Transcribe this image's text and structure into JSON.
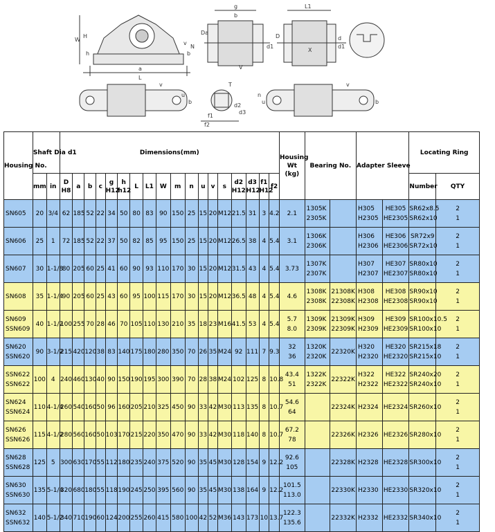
{
  "drawings": {
    "front_labels": [
      "W",
      "H",
      "h",
      "a",
      "L",
      "b",
      "v",
      "N"
    ],
    "side_labels": [
      "g",
      "b",
      "Da",
      "d1",
      "V"
    ],
    "adapter_labels": [
      "L1",
      "D",
      "d1",
      "X",
      "d"
    ],
    "bottom_labels": [
      "v",
      "b",
      "u",
      "u",
      "T",
      "d2",
      "d3",
      "f1",
      "f2",
      "v",
      "b",
      "n"
    ]
  },
  "table": {
    "headers": {
      "housing": "Housing No.",
      "shaft_dia": "Shaft Dia d1",
      "dimensions": "Dimensions(mm)",
      "housing_wt": "Housing Wt (kg)",
      "bearing_no": "Bearing No.",
      "adapter_sleeve": "Adapter Sleeve",
      "locating_ring": "Locating Ring",
      "mm": "mm",
      "in": "in",
      "cols": [
        "D H8",
        "a",
        "b",
        "c",
        "g H12",
        "h h12",
        "L",
        "L1",
        "W",
        "m",
        "n",
        "u",
        "v",
        "s",
        "d2 H12",
        "d3 H12",
        "f1 H12",
        "f2"
      ],
      "number": "Number",
      "qty": "QTY"
    },
    "rows": [
      {
        "band": "blue",
        "housing": [
          "SN605"
        ],
        "mm": "20",
        "in": "3/4",
        "dims": [
          "62",
          "185",
          "52",
          "22",
          "34",
          "50",
          "80",
          "83",
          "90",
          "150",
          "25",
          "15",
          "20",
          "M12",
          "21.5",
          "31",
          "3",
          "4.2"
        ],
        "wt": [
          "2.1"
        ],
        "bearing": [
          "1305K",
          "2305K"
        ],
        "bearing2": [
          "",
          ""
        ],
        "sleeve": [
          "H305",
          "H2305"
        ],
        "sleeve2": [
          "HE305",
          "HE2305"
        ],
        "ring": [
          "SR62x8.5",
          "SR62x10"
        ],
        "qty": [
          "2",
          "1"
        ]
      },
      {
        "band": "blue",
        "housing": [
          "SN606"
        ],
        "mm": "25",
        "in": "1",
        "dims": [
          "72",
          "185",
          "52",
          "22",
          "37",
          "50",
          "82",
          "85",
          "95",
          "150",
          "25",
          "15",
          "20",
          "M12",
          "26.5",
          "38",
          "4",
          "5.4"
        ],
        "wt": [
          "3.1"
        ],
        "bearing": [
          "1306K",
          "2306K"
        ],
        "bearing2": [
          "",
          ""
        ],
        "sleeve": [
          "H306",
          "H2306"
        ],
        "sleeve2": [
          "HE306",
          "HE2306"
        ],
        "ring": [
          "SR72x9",
          "SR72x10"
        ],
        "qty": [
          "2",
          "1"
        ]
      },
      {
        "band": "blue",
        "housing": [
          "SN607"
        ],
        "mm": "30",
        "in": "1-1/8",
        "dims": [
          "80",
          "205",
          "60",
          "25",
          "41",
          "60",
          "90",
          "93",
          "110",
          "170",
          "30",
          "15",
          "20",
          "M12",
          "31.5",
          "43",
          "4",
          "5.4"
        ],
        "wt": [
          "3.73"
        ],
        "bearing": [
          "1307K",
          "2307K"
        ],
        "bearing2": [
          "",
          ""
        ],
        "sleeve": [
          "H307",
          "H2307"
        ],
        "sleeve2": [
          "HE307",
          "HE2307"
        ],
        "ring": [
          "SR80x10",
          "SR80x10"
        ],
        "qty": [
          "2",
          "1"
        ]
      },
      {
        "band": "yellow",
        "housing": [
          "SN608"
        ],
        "mm": "35",
        "in": "1-1/4",
        "dims": [
          "90",
          "205",
          "60",
          "25",
          "43",
          "60",
          "95",
          "100",
          "115",
          "170",
          "30",
          "15",
          "20",
          "M12",
          "36.5",
          "48",
          "4",
          "5.4"
        ],
        "wt": [
          "4.6"
        ],
        "bearing": [
          "1308K",
          "2308K"
        ],
        "bearing2": [
          "21308K",
          "22308K"
        ],
        "sleeve": [
          "H308",
          "H2308"
        ],
        "sleeve2": [
          "HE308",
          "HE2308"
        ],
        "ring": [
          "SR90x10",
          "SR90x10"
        ],
        "qty": [
          "2",
          "1"
        ]
      },
      {
        "band": "yellow",
        "housing": [
          "SN609",
          "SSN609"
        ],
        "mm": "40",
        "in": "1-1/2",
        "dims": [
          "100",
          "255",
          "70",
          "28",
          "46",
          "70",
          "105",
          "110",
          "130",
          "210",
          "35",
          "18",
          "23",
          "M16",
          "41.5",
          "53",
          "4",
          "5.4"
        ],
        "wt": [
          "5.7",
          "8.0"
        ],
        "bearing": [
          "1309K",
          "2309K"
        ],
        "bearing2": [
          "21309K",
          "22309K"
        ],
        "sleeve": [
          "H309",
          "H2309"
        ],
        "sleeve2": [
          "HE309",
          "HE2309"
        ],
        "ring": [
          "SR100x10.5",
          "SR100x10"
        ],
        "qty": [
          "2",
          "1"
        ]
      },
      {
        "band": "blue",
        "housing": [
          "SN620",
          "SSN620"
        ],
        "mm": "90",
        "in": "3-1/2",
        "dims": [
          "215",
          "420",
          "120",
          "38",
          "83",
          "140",
          "175",
          "180",
          "280",
          "350",
          "70",
          "26",
          "35",
          "M24",
          "92",
          "111",
          "7",
          "9.3"
        ],
        "wt": [
          "32",
          "36"
        ],
        "bearing": [
          "1320K",
          "2320K"
        ],
        "bearing2": [
          "",
          "22320K"
        ],
        "sleeve": [
          "H320",
          "H2320"
        ],
        "sleeve2": [
          "HE320",
          "HE2320"
        ],
        "ring": [
          "SR215x18",
          "SR215x10"
        ],
        "qty": [
          "2",
          "1"
        ]
      },
      {
        "band": "yellow",
        "housing": [
          "SSN622",
          "SSN622"
        ],
        "mm": "100",
        "in": "4",
        "dims": [
          "240",
          "460",
          "130",
          "40",
          "90",
          "150",
          "190",
          "195",
          "300",
          "390",
          "70",
          "28",
          "38",
          "M24",
          "102",
          "125",
          "8",
          "10.8"
        ],
        "wt": [
          "43.4",
          "51"
        ],
        "bearing": [
          "1322K",
          "2322K"
        ],
        "bearing2": [
          "",
          "22322K"
        ],
        "sleeve": [
          "H322",
          "H2322"
        ],
        "sleeve2": [
          "HE322",
          "HE2322"
        ],
        "ring": [
          "SR240x20",
          "SR240x10"
        ],
        "qty": [
          "2",
          "1"
        ]
      },
      {
        "band": "yellow",
        "housing": [
          "SN624",
          "SSN624"
        ],
        "mm": "110",
        "in": "4-1/4",
        "dims": [
          "260",
          "540",
          "160",
          "50",
          "96",
          "160",
          "205",
          "210",
          "325",
          "450",
          "90",
          "33",
          "42",
          "M30",
          "113",
          "135",
          "8",
          "10.7"
        ],
        "wt": [
          "54.6",
          "64"
        ],
        "bearing": [
          "",
          ""
        ],
        "bearing2": [
          "",
          "22324K"
        ],
        "sleeve": [
          "",
          "H2324"
        ],
        "sleeve2": [
          "",
          "HE2324"
        ],
        "ring": [
          "",
          "SR260x10"
        ],
        "qty": [
          "2",
          "1"
        ]
      },
      {
        "band": "yellow",
        "housing": [
          "SN626",
          "SSN626"
        ],
        "mm": "115",
        "in": "4-1/2",
        "dims": [
          "280",
          "560",
          "160",
          "50",
          "103",
          "170",
          "215",
          "220",
          "350",
          "470",
          "90",
          "33",
          "42",
          "M30",
          "118",
          "140",
          "8",
          "10.7"
        ],
        "wt": [
          "67.2",
          "78"
        ],
        "bearing": [
          "",
          ""
        ],
        "bearing2": [
          "",
          "22326K"
        ],
        "sleeve": [
          "",
          "H2326"
        ],
        "sleeve2": [
          "",
          "HE2326"
        ],
        "ring": [
          "",
          "SR280x10"
        ],
        "qty": [
          "2",
          "1"
        ]
      },
      {
        "band": "blue",
        "housing": [
          "SN628",
          "SSN628"
        ],
        "mm": "125",
        "in": "5",
        "dims": [
          "300",
          "630",
          "170",
          "55",
          "112",
          "180",
          "235",
          "240",
          "375",
          "520",
          "90",
          "35",
          "45",
          "M30",
          "128",
          "154",
          "9",
          "12.2"
        ],
        "wt": [
          "92.6",
          "105"
        ],
        "bearing": [
          "",
          ""
        ],
        "bearing2": [
          "",
          "22328K"
        ],
        "sleeve": [
          "",
          "H2328"
        ],
        "sleeve2": [
          "",
          "HE2328"
        ],
        "ring": [
          "",
          "SR300x10"
        ],
        "qty": [
          "2",
          "1"
        ]
      },
      {
        "band": "blue",
        "housing": [
          "SN630",
          "SSN630"
        ],
        "mm": "135",
        "in": "5-1/4",
        "dims": [
          "320",
          "680",
          "180",
          "55",
          "118",
          "190",
          "245",
          "250",
          "395",
          "560",
          "90",
          "35",
          "45",
          "M30",
          "138",
          "164",
          "9",
          "12.2"
        ],
        "wt": [
          "101.5",
          "113.0"
        ],
        "bearing": [
          "",
          ""
        ],
        "bearing2": [
          "",
          "22330K"
        ],
        "sleeve": [
          "",
          "H2330"
        ],
        "sleeve2": [
          "",
          "HE2330"
        ],
        "ring": [
          "",
          "SR320x10"
        ],
        "qty": [
          "2",
          "1"
        ]
      },
      {
        "band": "blue",
        "housing": [
          "SN632",
          "SSN632"
        ],
        "mm": "140",
        "in": "5-1/2",
        "dims": [
          "340",
          "710",
          "190",
          "60",
          "124",
          "200",
          "255",
          "260",
          "415",
          "580",
          "100",
          "42",
          "52",
          "M36",
          "143",
          "173",
          "10",
          "13.7"
        ],
        "wt": [
          "122.3",
          "135.6"
        ],
        "bearing": [
          "",
          ""
        ],
        "bearing2": [
          "",
          "22332K"
        ],
        "sleeve": [
          "",
          "H2332"
        ],
        "sleeve2": [
          "",
          "HE2332"
        ],
        "ring": [
          "",
          "SR340x10"
        ],
        "qty": [
          "2",
          "1"
        ]
      }
    ]
  }
}
